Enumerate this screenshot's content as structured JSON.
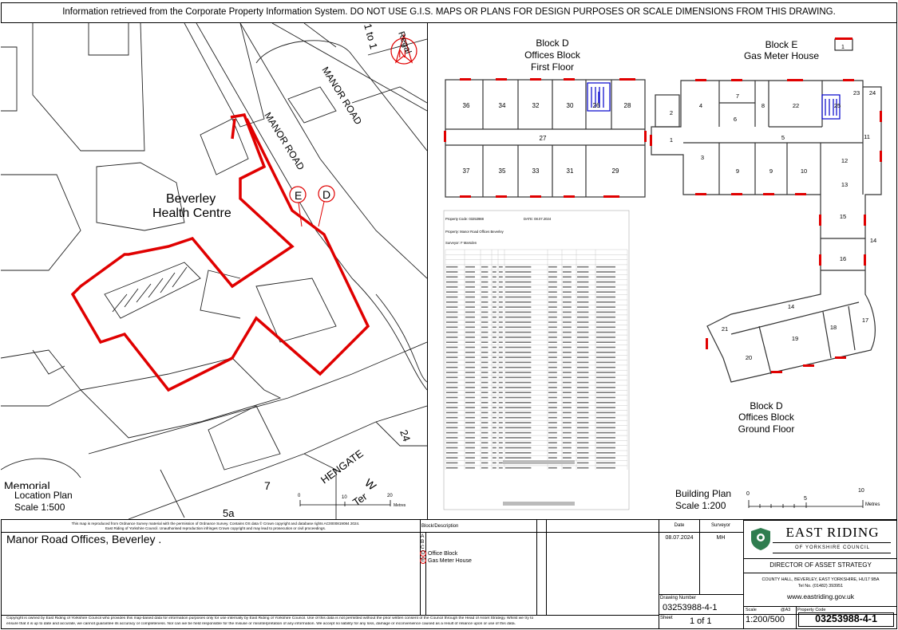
{
  "header": {
    "notice": "Information retrieved from the Corporate Property Information System. DO NOT USE G.I.S. MAPS OR PLANS FOR DESIGN PURPOSES OR SCALE DIMENSIONS FROM THIS DRAWING."
  },
  "location_plan": {
    "place_label_line1": "Beverley",
    "place_label_line2": "Health Centre",
    "street_manor_1": "MANOR ROAD",
    "street_manor_2": "MANOR ROAD",
    "street_hengate": "HENGATE",
    "street_regal": "Regal",
    "street_top": "1 to 1",
    "street_w": "W",
    "street_ter": "Ter",
    "memorial": "Memorial",
    "num_7": "7",
    "num_24": "24",
    "num_5a": "5a",
    "marker_e": "E",
    "marker_d": "D",
    "title": "Location Plan",
    "scale": "Scale 1:500",
    "scalebar_ticks": [
      "0",
      "10",
      "20"
    ],
    "scalebar_unit": "Metres"
  },
  "building_plan": {
    "block_d_first_line1": "Block D",
    "block_d_first_line2": "Offices Block",
    "block_d_first_line3": "First Floor",
    "block_e_line1": "Block E",
    "block_e_line2": "Gas Meter House",
    "block_e_room": "1",
    "block_d_ground_line1": "Block D",
    "block_d_ground_line2": "Offices Block",
    "block_d_ground_line3": "Ground Floor",
    "first_floor_rooms_top": [
      "36",
      "34",
      "32",
      "30",
      "26",
      "28"
    ],
    "first_floor_corridor": "27",
    "first_floor_rooms_bottom": [
      "37",
      "35",
      "33",
      "31",
      "29"
    ],
    "ground_rooms": [
      "2",
      "4",
      "7",
      "8",
      "6",
      "22",
      "23",
      "24",
      "25",
      "1",
      "3",
      "5",
      "9",
      "9",
      "10",
      "11",
      "12",
      "13",
      "15",
      "14",
      "16",
      "14",
      "17",
      "18",
      "19",
      "20",
      "21"
    ],
    "title": "Building Plan",
    "scale": "Scale 1:200",
    "scalebar_ticks": [
      "0",
      "5",
      "10"
    ],
    "scalebar_unit": "Metres"
  },
  "schedule": {
    "property_code_label": "Property Code: 03253988",
    "date_label": "DATE: 08.07.2024",
    "property_label": "Property: Manor Road Offices Beverley",
    "surveyor_label": "Surveyor: F Marsden"
  },
  "title_block": {
    "copyright_top_1": "This map is reproduced from Ordnance Survey material with the permission of Ordnance Survey. Contains OS data © Crown copyright and database rights AC0000819084 2024.",
    "copyright_top_2": "East Riding of Yorkshire Council. Unauthorised reproduction infringes Crown copyright and may lead to prosecution or civil proceedings.",
    "property_name": "Manor Road Offices, Beverley .",
    "block_desc_header": "Block/Description",
    "blocks": [
      {
        "letter": "A",
        "desc": ""
      },
      {
        "letter": "B",
        "desc": ""
      },
      {
        "letter": "C",
        "desc": ""
      },
      {
        "letter": "D",
        "desc": "Office Block"
      },
      {
        "letter": "E",
        "desc": "Gas Meter House"
      }
    ],
    "date_header": "Date",
    "surveyor_header": "Surveyor",
    "date_value": "08.07.2024",
    "surveyor_value": "MH",
    "drawing_number_label": "Drawing Number",
    "drawing_number": "03253988-4-1",
    "sheet_label": "Sheet",
    "sheet_value": "1 of 1",
    "scale_label": "Scale",
    "paper_size": "@A3",
    "scale_value": "1:200/500",
    "property_code_label": "Property Code",
    "property_code": "03253988-4-1",
    "council_name": "EAST RIDING",
    "council_subtitle": "OF YORKSHIRE COUNCIL",
    "director": "DIRECTOR OF ASSET STRATEGY",
    "address": "COUNTY HALL, BEVERLEY, EAST YORKSHIRE, HU17 9BA",
    "telephone": "Tel No. (01482) 393951",
    "website": "www.eastriding.gov.uk",
    "copyright_bottom_1": "Copyright is owned by East Riding of Yorkshire Council who provides this map-based data for information purposes only for use internally by East Riding of Yorkshire Council.  Use of this data is not permitted without the prior written consent of the Council through the Head of Asset Strategy.  Whilst we try to",
    "copyright_bottom_2": "ensure that it is up to date and accurate, we cannot guarantee its accuracy or completeness. Nor can we be held responsible for the misuse or misinterpretation of any information. We accept no liability for any loss, damage or inconvenience caused as a result of reliance upon or use of this data."
  },
  "colors": {
    "boundary_red": "#e00000",
    "stair_blue": "#0000cc",
    "logo_green": "#2f7d4f"
  }
}
